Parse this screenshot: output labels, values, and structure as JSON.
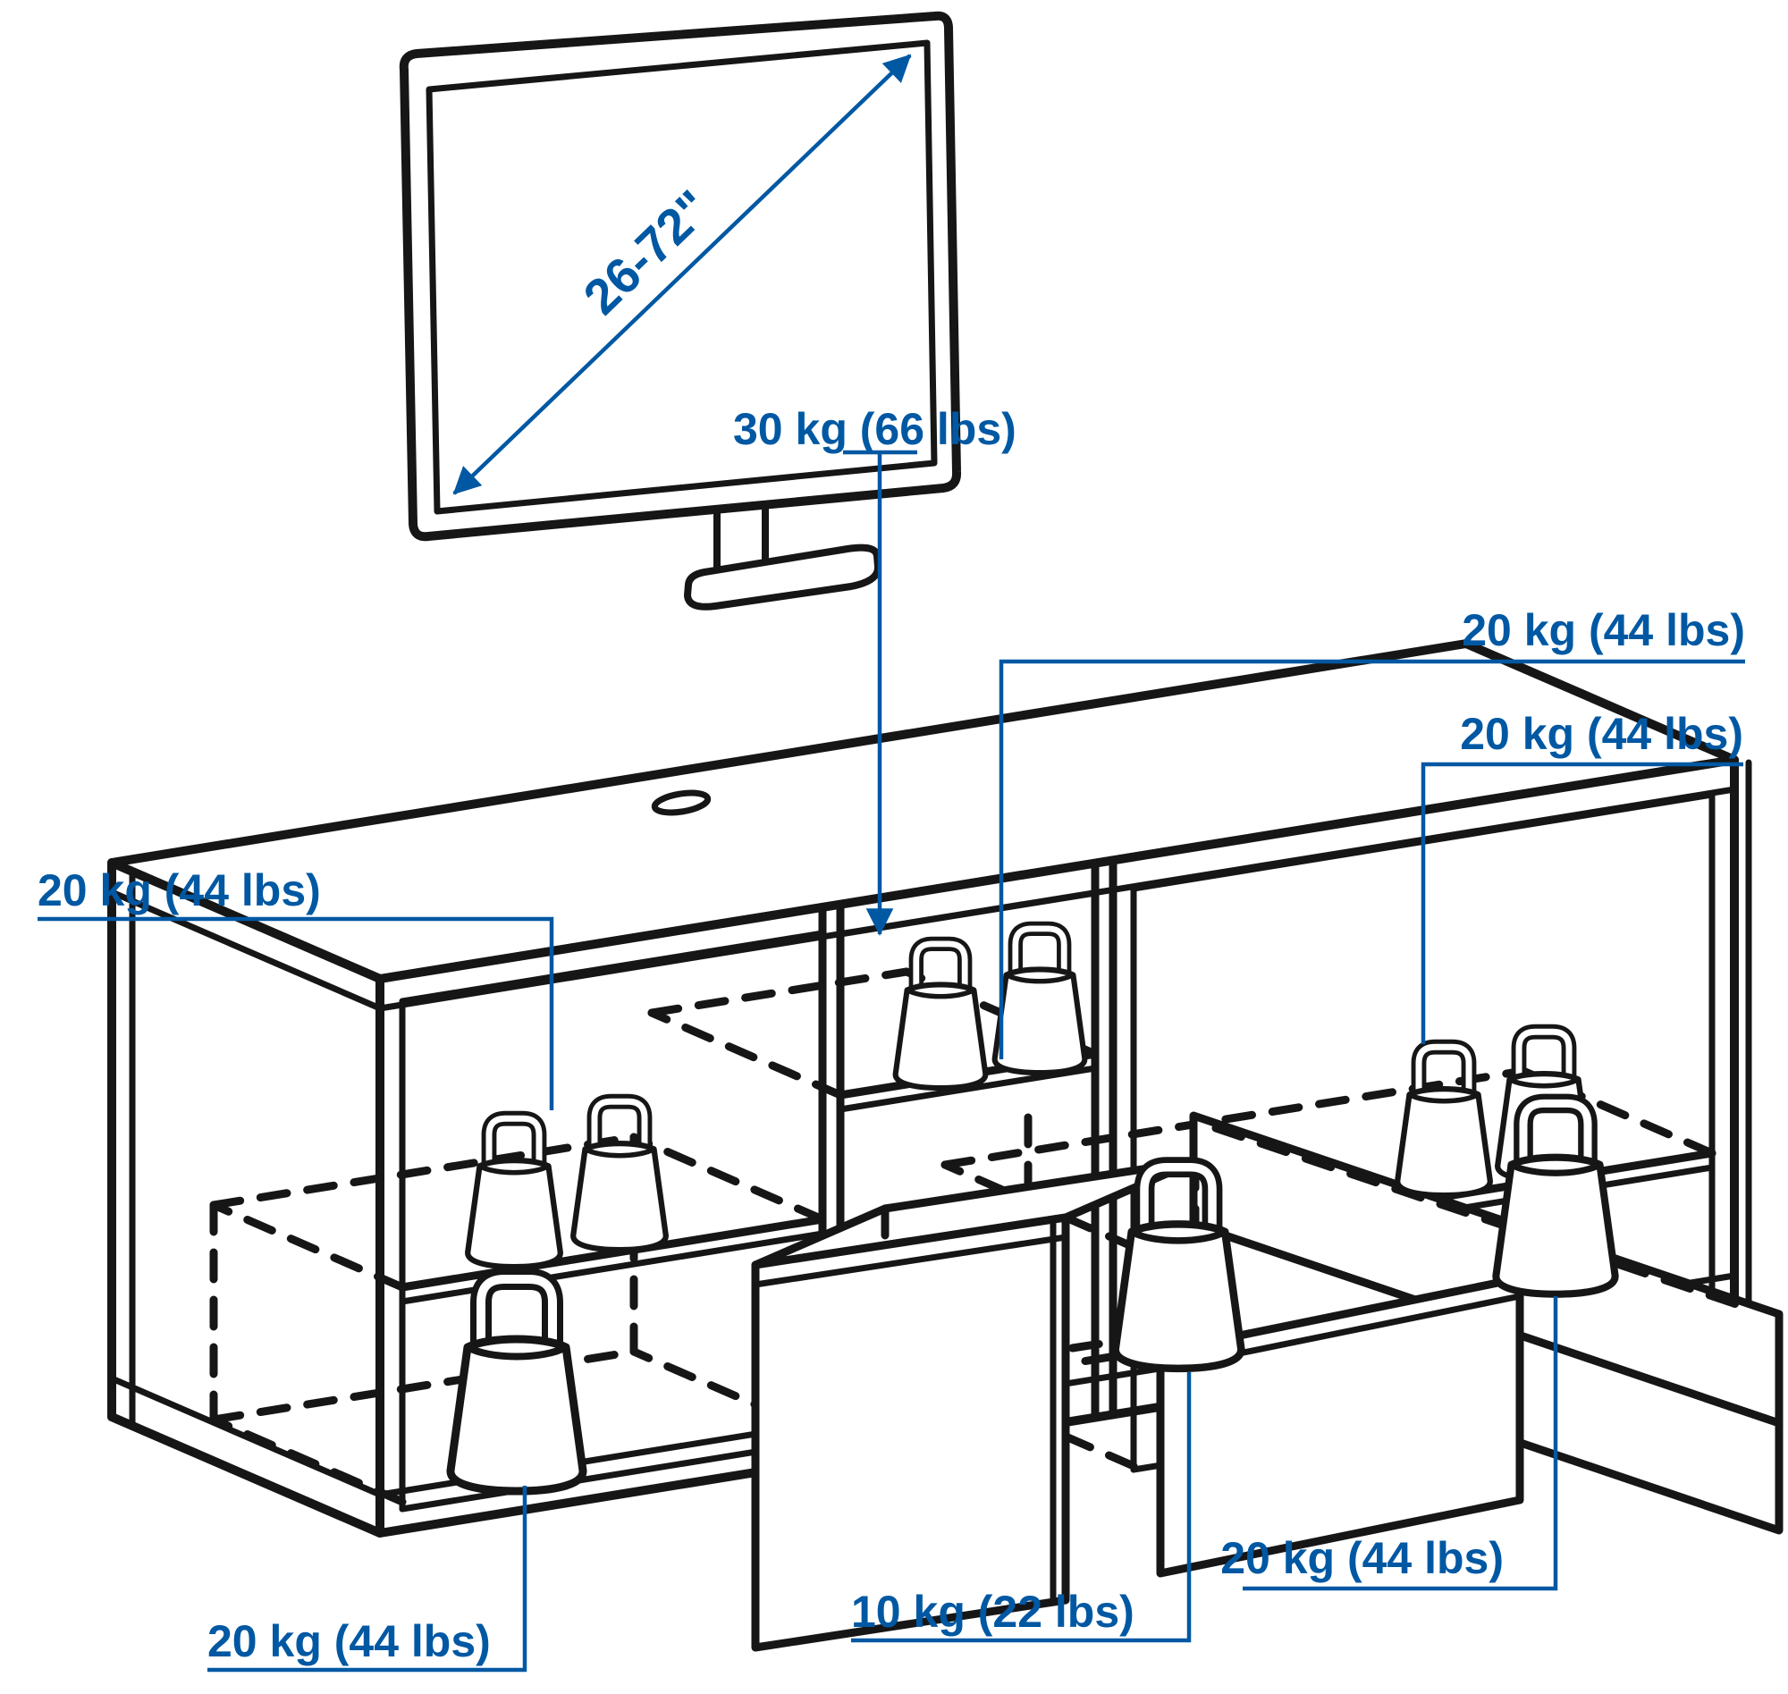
{
  "diagram": {
    "title": "TV bench maximum load diagram",
    "colors": {
      "accent": "#0058A3",
      "line": "#161616",
      "background": "#ffffff"
    },
    "tv": {
      "diagonal_size_range": "26-72\"",
      "top_surface_load": "30 kg (66 lbs)"
    },
    "capacities": {
      "left_shelf": "20 kg (44 lbs)",
      "middle_shelf": "20 kg (44 lbs)",
      "right_shelf": "20 kg (44 lbs)",
      "left_bottom_compartment": "20 kg (44 lbs)",
      "center_drawer": "10 kg (22 lbs)",
      "right_drawer": "20 kg (44 lbs)"
    }
  }
}
